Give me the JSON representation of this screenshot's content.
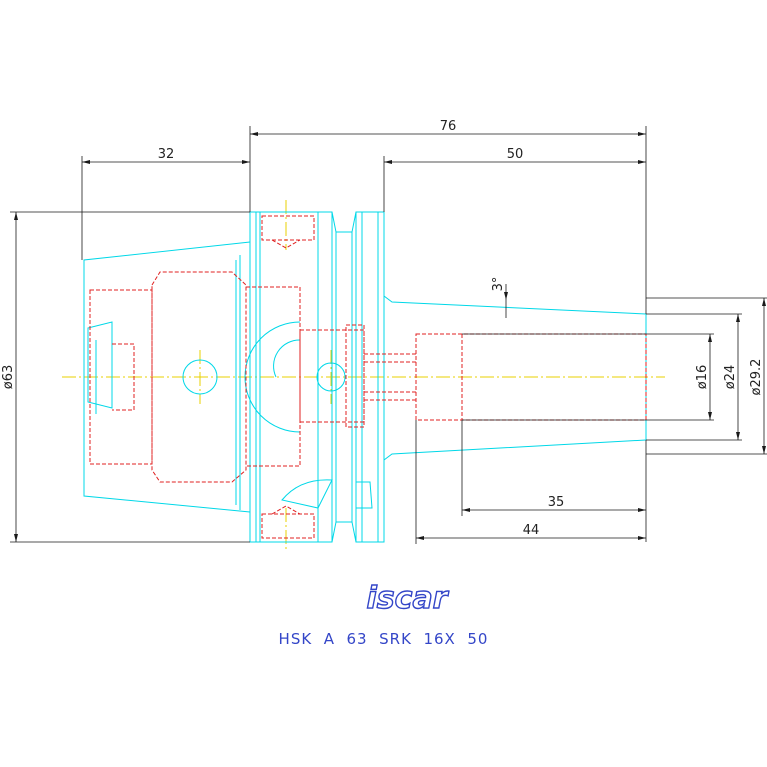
{
  "drawing": {
    "dimensions": {
      "overall_length": "76",
      "flange_length": "32",
      "projection_length": "50",
      "taper_angle": "3°",
      "outer_diameter": "ø63",
      "bore_diameter": "ø16",
      "diameter_24": "ø24",
      "diameter_29_2": "ø29.2",
      "bore_depth": "35",
      "clamp_length": "44"
    },
    "brand": "iscar",
    "model": "HSK  A  63  SRK  16X  50"
  },
  "colors": {
    "outline": "#00d8e8",
    "hidden": "#e02020",
    "center": "#e8d000",
    "dimension": "#1a1a1a",
    "brand": "#3446c8"
  }
}
